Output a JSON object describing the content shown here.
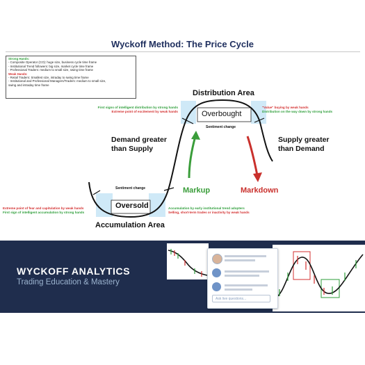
{
  "title": "Wyckoff Method: The Price Cycle",
  "hands_box": {
    "strong_heading": "Strong Hands:",
    "strong_items": [
      "-    Composite Operator (CO): huge size, business cycle time frame",
      "-    Institutional Trend followers: big size, market cycle time frame",
      "-    Professional Traders: medium to small size, swing time frame"
    ],
    "weak_heading": "Weak Hands:",
    "weak_items": [
      "-    Retail Traders: Smallest size, intraday to swing time frame",
      "-    Institutional and Professional Managers/Traders: medium to small size,",
      "     swing and intraday time frame"
    ]
  },
  "labels": {
    "distribution_area": "Distribution Area",
    "overbought": "Overbought",
    "sentiment_change_top": "Sentiment change",
    "sentiment_change_bottom": "Sentiment change",
    "oversold": "Oversold",
    "accumulation_area": "Accumulation Area",
    "demand_greater": "Demand greater than Supply",
    "supply_greater": "Supply greater than Demand",
    "markup": "Markup",
    "markdown": "Markdown"
  },
  "annotations": {
    "top_left_green": "First signs of intelligent distribution by strong hands",
    "top_left_red": "Extreme point of excitement by weak hands",
    "top_right_red": "\"Value\" buying by weak hands",
    "top_right_green": "Distribution on the way down by strong hands",
    "bottom_left_red": "Extreme point of fear and capitulation by weak hands",
    "bottom_left_green": "First sign of intelligent accumulation by strong hands",
    "bottom_right_green": "Accumulation by early institutional trend adopters",
    "bottom_right_red": "Selling, short-term trades or inactivity by weak hands"
  },
  "banner": {
    "brand": "WYCKOFF ANALYTICS",
    "tagline": "Trading Education & Mastery",
    "ask_placeholder": "Ask live questions..."
  },
  "colors": {
    "green": "#2e9e3a",
    "red": "#d32f2f",
    "zone_blue": "#cfe9f7",
    "banner_bg": "#1f2d4d",
    "title": "#1f2f5e"
  }
}
